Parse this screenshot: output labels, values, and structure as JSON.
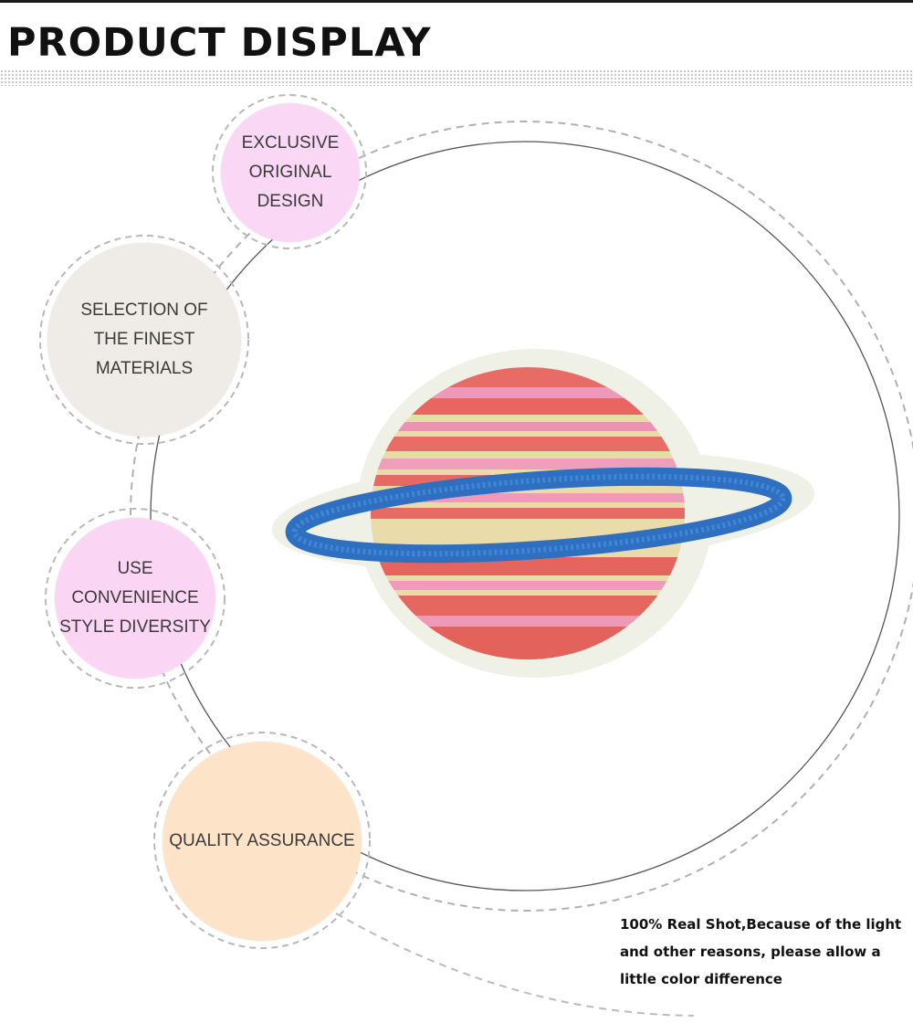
{
  "header": {
    "title": "PRODUCT DISPLAY"
  },
  "badges": [
    {
      "text": "EXCLUSIVE ORIGINAL DESIGN",
      "color": "#fad7f5"
    },
    {
      "text": "SELECTION OF THE FINEST MATERIALS",
      "color": "#efece7"
    },
    {
      "text": "USE CONVENIENCE STYLE DIVERSITY",
      "color": "#fad6f4"
    },
    {
      "text": "QUALITY ASSURANCE",
      "color": "#fde3c8"
    }
  ],
  "product": {
    "icon": "planet-embroidered-patch-icon"
  },
  "note": {
    "text": "100% Real Shot,Because of the light and other reasons, please allow a little color difference"
  }
}
